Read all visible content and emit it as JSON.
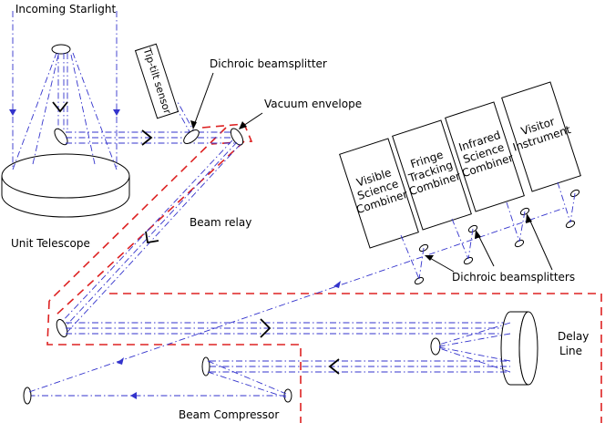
{
  "labels": {
    "incoming_starlight": "Incoming Starlight",
    "tip_tilt_sensor": "Tip-tilt sensor",
    "dichroic_beamsplitter": "Dichroic beamsplitter",
    "vacuum_envelope": "Vacuum envelope",
    "unit_telescope": "Unit Telescope",
    "beam_relay": "Beam relay",
    "dichroic_beamsplitters": "Dichroic beamsplitters",
    "delay_line_1": "Delay",
    "delay_line_2": "Line",
    "beam_compressor": "Beam Compressor"
  },
  "instruments": [
    {
      "lines": [
        "Visible",
        "Science",
        "Combiner"
      ]
    },
    {
      "lines": [
        "Fringe",
        "Tracking",
        "Combiner"
      ]
    },
    {
      "lines": [
        "Infrared",
        "Science",
        "Combiner"
      ]
    },
    {
      "lines": [
        "Visitor",
        "Instrument"
      ]
    }
  ],
  "colors": {
    "beam": "#3333cc",
    "vacuum_envelope": "#dd2222",
    "ink": "#000000"
  }
}
